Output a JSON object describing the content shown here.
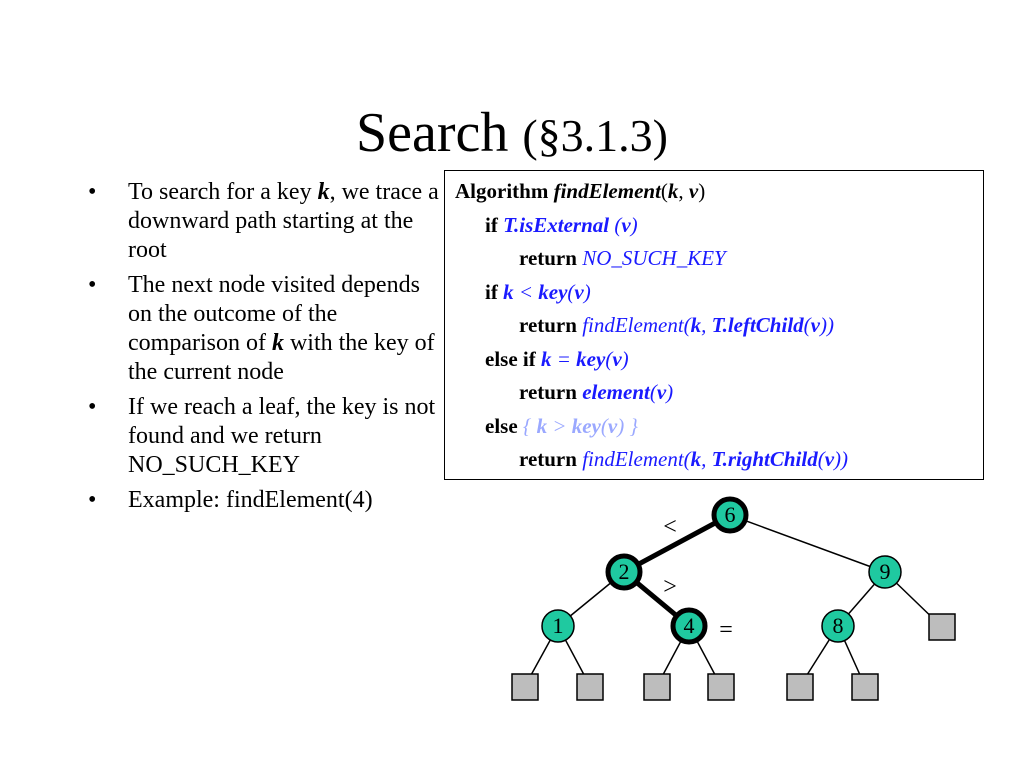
{
  "slide": {
    "title_main": "Search",
    "title_section": "(§3.1.3)"
  },
  "bullets": [
    {
      "parts": [
        "To search for a key ",
        "k",
        ", we trace a downward path starting at the root"
      ]
    },
    {
      "parts": [
        "The next node visited depends on the outcome of the comparison of ",
        "k",
        " with the key of the current node"
      ]
    },
    {
      "text": "If we reach a leaf, the key is not found and we return NO_SUCH_KEY"
    },
    {
      "text": "Example: findElement(4)"
    }
  ],
  "bullet_glyph": "•",
  "algorithm": {
    "l1": {
      "kw": "Algorithm ",
      "name": "findElement",
      "open": "(",
      "k": "k",
      "comma": ", ",
      "v": "v",
      "close": ")"
    },
    "l2": {
      "kw": "if ",
      "expr": "T.isExternal",
      "open": " (",
      "v": "v",
      "close": ")"
    },
    "l3": {
      "kw": "return ",
      "val": "NO_SUCH_KEY"
    },
    "l4": {
      "kw": "if ",
      "k": "k",
      "op": " < ",
      "fn": "key",
      "open": "(",
      "v": "v",
      "close": ")"
    },
    "l5": {
      "kw": "return ",
      "fn": "findElement",
      "open": "(",
      "k": "k",
      "comma": ", ",
      "child": "T.leftChild",
      "open2": "(",
      "v": "v",
      "close": "))"
    },
    "l6": {
      "kw": "else if ",
      "k": "k",
      "op": " = ",
      "fn": "key",
      "open": "(",
      "v": "v",
      "close": ")"
    },
    "l7": {
      "kw": "return ",
      "fn": "element",
      "open": "(",
      "v": "v",
      "close": ")"
    },
    "l8": {
      "kw": "else ",
      "brace_open": "{ ",
      "k": "k",
      "op": " > ",
      "fn": "key",
      "open": "(",
      "v": "v",
      "close": ")",
      "brace_close": " }"
    },
    "l9": {
      "kw": "return ",
      "fn": "findElement",
      "open": "(",
      "k": "k",
      "comma": ", ",
      "child": "T.rightChild",
      "open2": "(",
      "v": "v",
      "close": "))"
    }
  },
  "tree": {
    "node_color": "#1fc9a0",
    "leaf_color": "#bdbdbd",
    "nodes": {
      "n6": "6",
      "n2": "2",
      "n9": "9",
      "n1": "1",
      "n4": "4",
      "n8": "8"
    },
    "comparisons": {
      "lt": "<",
      "gt": ">",
      "eq": "="
    }
  }
}
